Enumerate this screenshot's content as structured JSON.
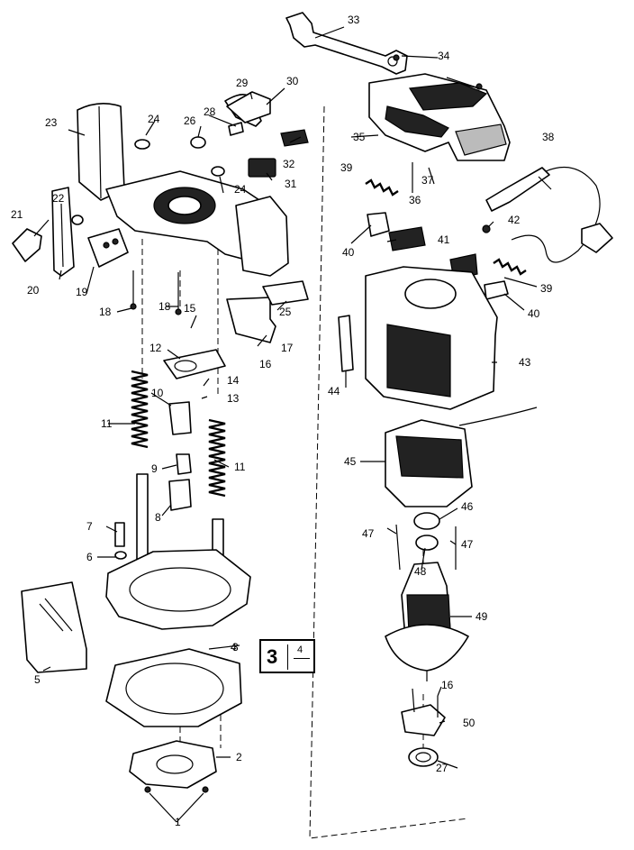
{
  "diagram": {
    "labels": [
      "1",
      "2",
      "3",
      "4",
      "5",
      "6",
      "7",
      "8",
      "9",
      "10",
      "11",
      "11",
      "12",
      "13",
      "14",
      "15",
      "16",
      "16",
      "17",
      "18",
      "18",
      "19",
      "20",
      "21",
      "22",
      "23",
      "24",
      "24",
      "25",
      "26",
      "27",
      "28",
      "29",
      "30",
      "31",
      "32",
      "33",
      "34",
      "35",
      "36",
      "37",
      "38",
      "39",
      "39",
      "40",
      "40",
      "41",
      "42",
      "43",
      "44",
      "45",
      "46",
      "47",
      "47",
      "48",
      "49",
      "50"
    ],
    "callout": {
      "number": "3",
      "sub": "4"
    }
  }
}
